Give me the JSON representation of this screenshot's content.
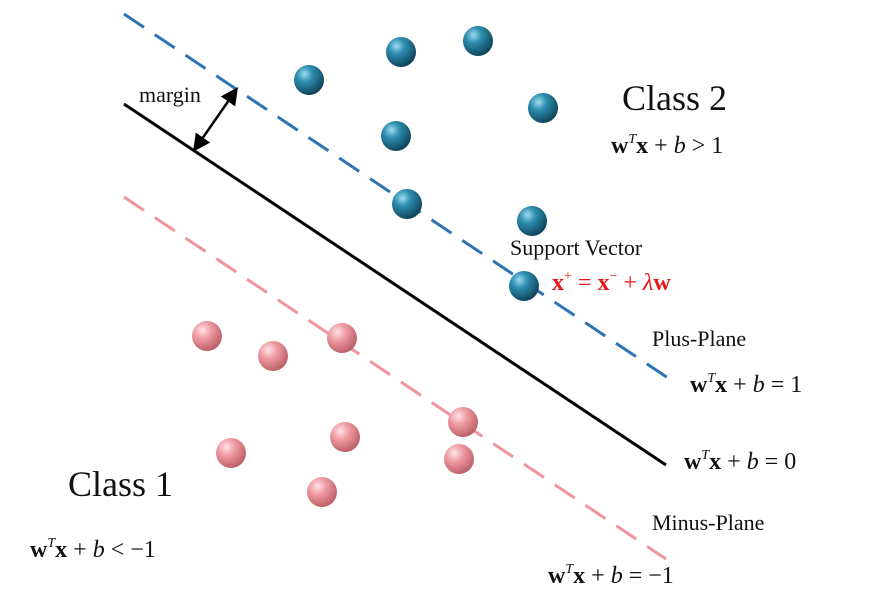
{
  "colors": {
    "class2_dot": "#1d6f8e",
    "class1_dot": "#e8878d",
    "plus_plane": "#2f73b4",
    "minus_plane": "#f0959b",
    "hyperplane": "#000000",
    "support_vector_eq": "#e81717"
  },
  "labels": {
    "class2": "Class 2",
    "class1": "Class 1",
    "margin": "margin",
    "support_vector": "Support Vector",
    "plus_plane": "Plus-Plane",
    "minus_plane": "Minus-Plane"
  },
  "equations": {
    "class2_condition": {
      "lhs_w": "w",
      "lhs_T": "T",
      "lhs_x": "x",
      "plus": " + ",
      "b": "b",
      "rhs": " > 1"
    },
    "class1_condition": {
      "lhs_w": "w",
      "lhs_T": "T",
      "lhs_x": "x",
      "plus": " + ",
      "b": "b",
      "rhs": " < −1"
    },
    "plus_plane": {
      "lhs_w": "w",
      "lhs_T": "T",
      "lhs_x": "x",
      "plus": " + ",
      "b": "b",
      "rhs": " = 1"
    },
    "hyperplane": {
      "lhs_w": "w",
      "lhs_T": "T",
      "lhs_x": "x",
      "plus": " + ",
      "b": "b",
      "rhs": " = 0"
    },
    "minus_plane": {
      "lhs_w": "w",
      "lhs_T": "T",
      "lhs_x": "x",
      "plus": " + ",
      "b": "b",
      "rhs": " = −1"
    },
    "support_vector": {
      "x1": "x",
      "sup1": "+",
      "eq": " =  ",
      "x2": "x",
      "sup2": "−",
      "plus": " + ",
      "lambda": "λ",
      "w": "w"
    }
  }
}
